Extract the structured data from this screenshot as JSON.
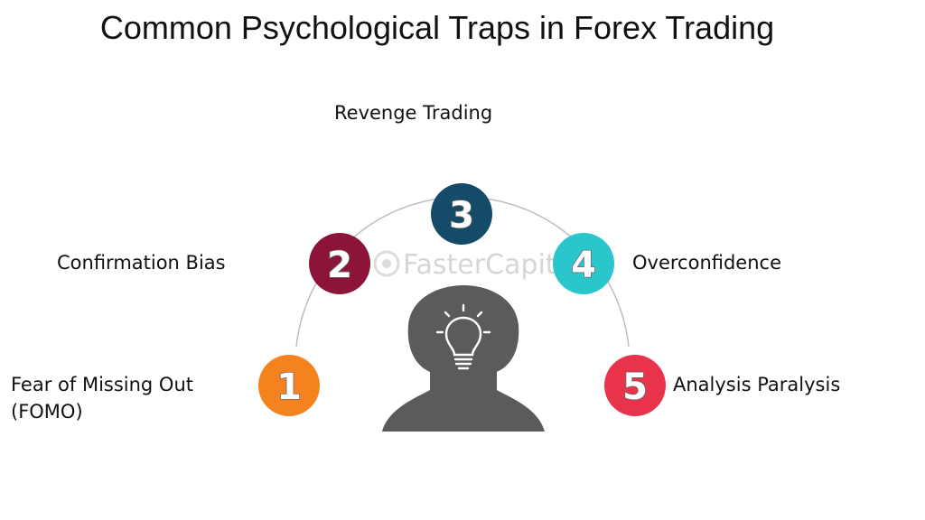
{
  "title": "Common Psychological Traps in Forex Trading",
  "watermark": "FasterCapital",
  "steps": [
    {
      "number": "1",
      "label": "Fear of Missing Out (FOMO)",
      "color": "#f5821f"
    },
    {
      "number": "2",
      "label": "Confirmation Bias",
      "color": "#8b1438"
    },
    {
      "number": "3",
      "label": "Revenge Trading",
      "color": "#154a68"
    },
    {
      "number": "4",
      "label": "Overconfidence",
      "color": "#29c6cc"
    },
    {
      "number": "5",
      "label": "Analysis Paralysis",
      "color": "#e8334a"
    }
  ],
  "icons": {
    "head": "head-silhouette-icon",
    "bulb": "lightbulb-icon"
  },
  "colors": {
    "silhouette": "#5b5b5b",
    "arc": "#bdbdbd",
    "bulb": "#ffffff"
  }
}
